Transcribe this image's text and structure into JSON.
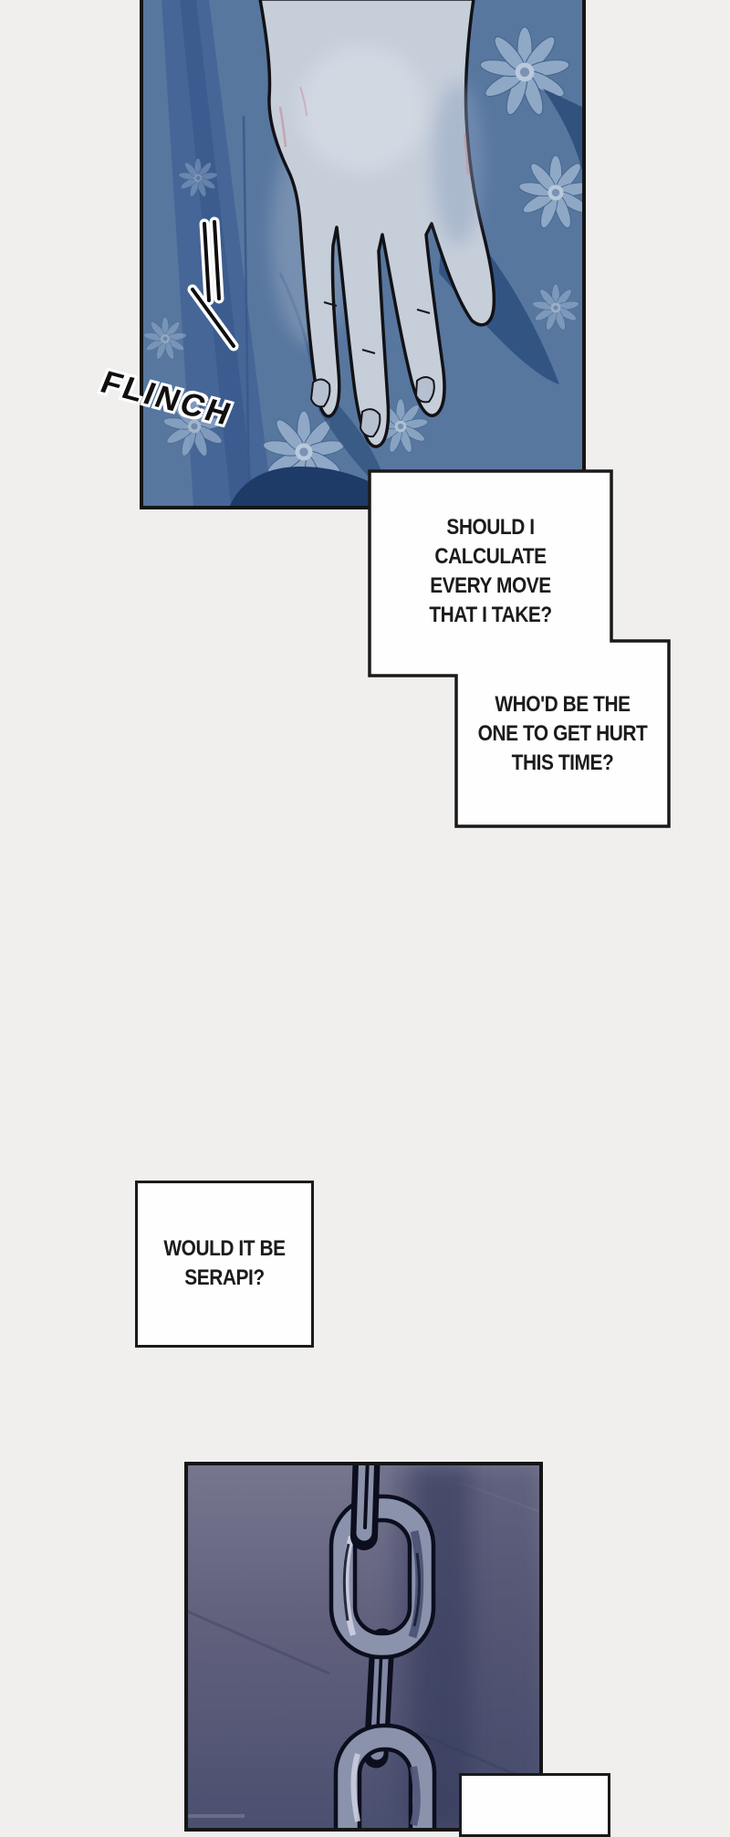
{
  "page": {
    "background_color": "#f1efee",
    "panel_border_color": "#151515",
    "box_fill_color": "#fffefe",
    "text_color": "#1b1b1b"
  },
  "sfx": {
    "flinch": "FLINCH"
  },
  "boxes": [
    {
      "id": "narration-1",
      "lines": [
        "SHOULD I",
        "CALCULATE",
        "EVERY MOVE",
        "THAT I TAKE?"
      ],
      "text": "SHOULD I CALCULATE EVERY MOVE THAT I TAKE?"
    },
    {
      "id": "narration-2",
      "lines": [
        "WHO'D BE THE",
        "ONE TO GET HURT",
        "THIS TIME?"
      ],
      "text": "WHO'D BE THE ONE TO GET HURT THIS TIME?"
    },
    {
      "id": "narration-3",
      "lines": [
        "WOULD IT BE",
        "SERAPI?"
      ],
      "text": "WOULD IT BE SERAPI?"
    },
    {
      "id": "narration-4-cutoff",
      "lines": [],
      "text": ""
    }
  ],
  "art": {
    "top_panel_alt": "pale hand reaching down over blue daisy wallpaper",
    "chain_panel_alt": "metal chain hanging in front of purple wall",
    "colors": {
      "wallpaper_blue": "#58779f",
      "wallpaper_dark_band": "#466698",
      "flower_petal": "#8ea8c6",
      "leaf_dark": "#2f5080",
      "hand_skin": "#c6ceda",
      "hand_shadow": "#9dadc6",
      "wall_purple_top": "#76768f",
      "wall_purple_bottom": "#4b5070",
      "chain_metal": "#8b92ac",
      "chain_highlight": "#c9cede",
      "outline_black": "#0c0e1e"
    }
  }
}
